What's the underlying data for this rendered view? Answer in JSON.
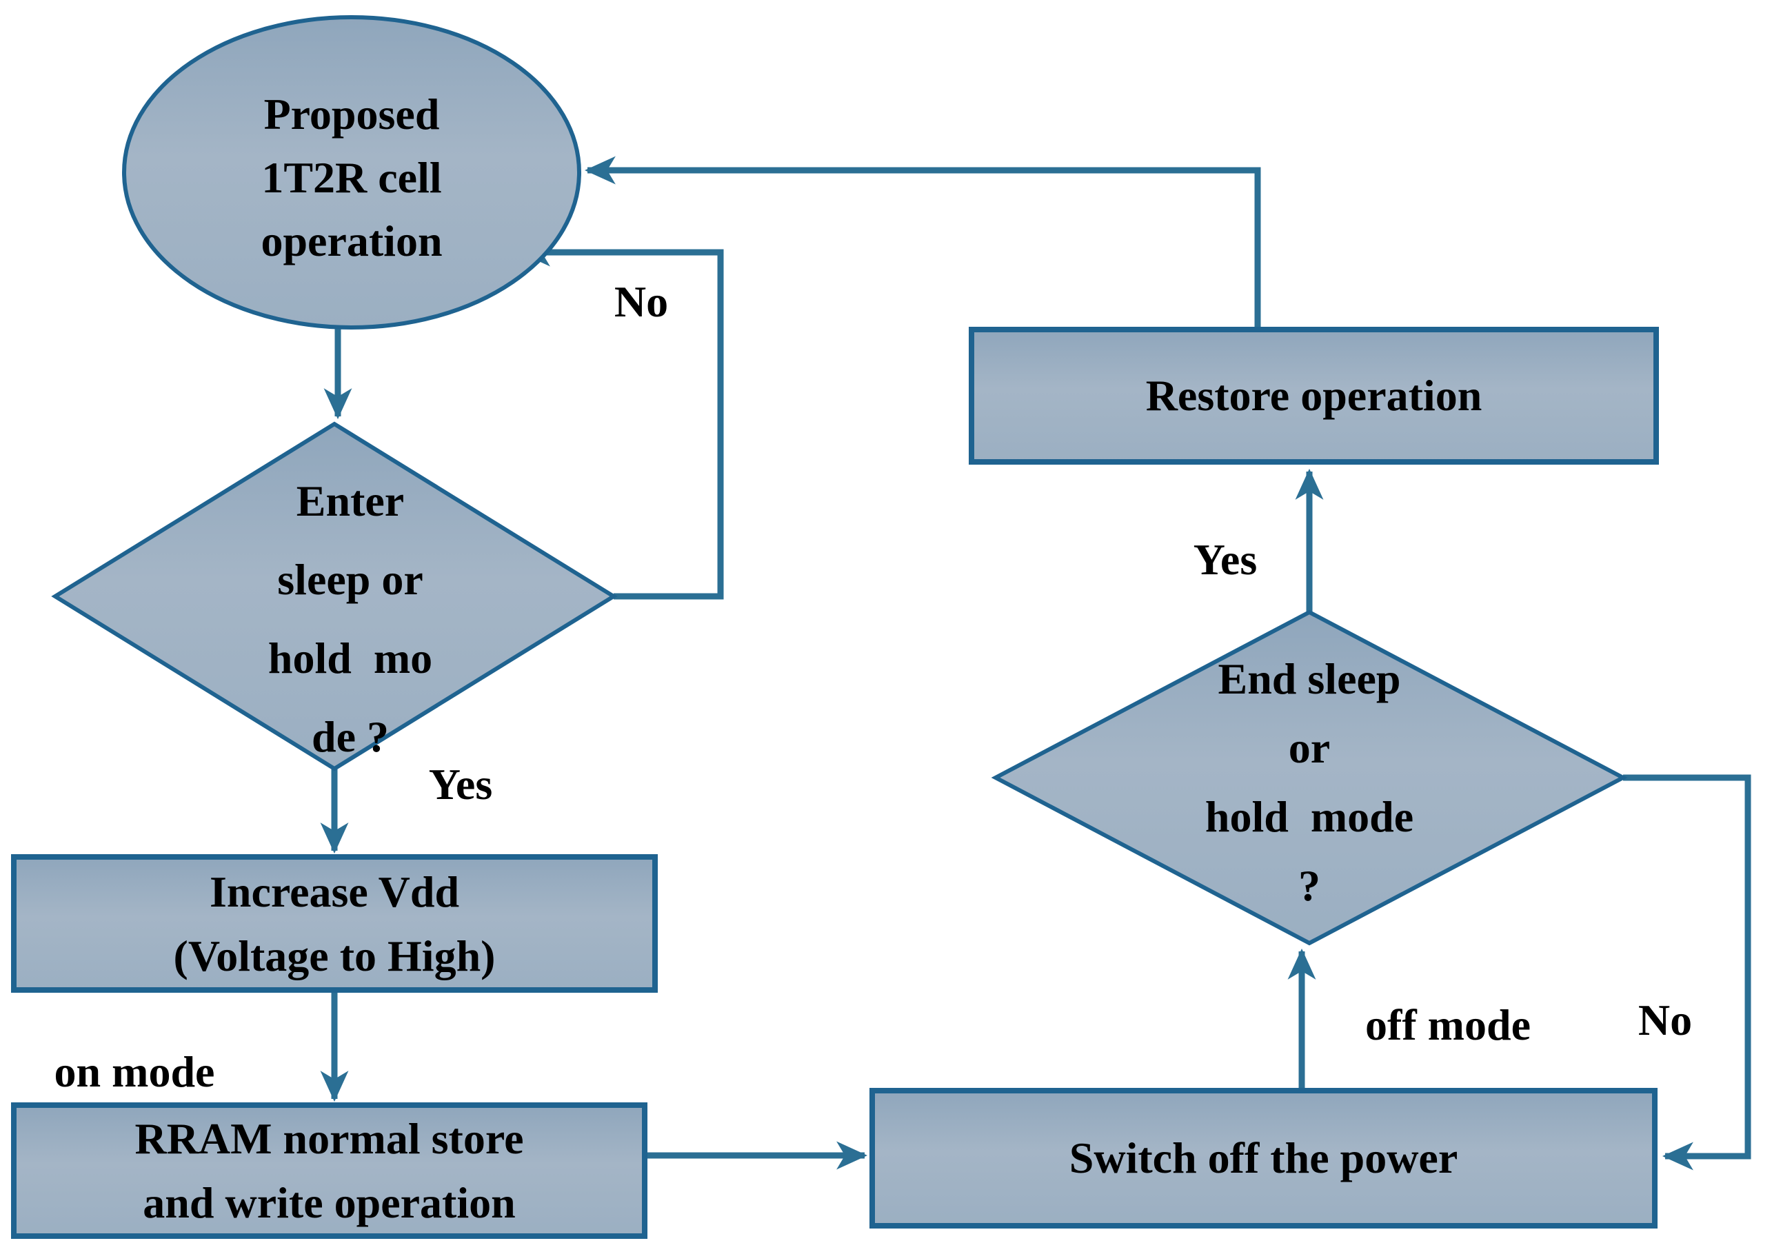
{
  "diagram": {
    "title": "Proposed 1T2R cell operation flowchart",
    "nodes": {
      "start_ellipse": {
        "type": "ellipse",
        "lines": [
          "Proposed",
          "1T2R cell",
          "operation"
        ]
      },
      "enter_sleep_decision": {
        "type": "diamond",
        "lines": [
          "Enter",
          "sleep or",
          "hold  mo",
          "de ?"
        ]
      },
      "increase_vdd": {
        "type": "process",
        "lines": [
          "Increase Vdd",
          "(Voltage to High)"
        ]
      },
      "rram_operation": {
        "type": "process",
        "lines": [
          "RRAM normal store",
          "and write operation"
        ]
      },
      "switch_off": {
        "type": "process",
        "label": "Switch off the power"
      },
      "end_sleep_decision": {
        "type": "diamond",
        "lines": [
          "End sleep",
          "or",
          "hold  mode",
          "?"
        ]
      },
      "restore": {
        "type": "process",
        "label": "Restore operation"
      }
    },
    "edge_labels": {
      "no_top": "No",
      "yes_left": "Yes",
      "on_mode": "on mode",
      "yes_right": "Yes",
      "off_mode": "off mode",
      "no_right": "No"
    },
    "colors": {
      "shape_fill_top": "#8fa6bc",
      "shape_fill_mid": "#a4b5c6",
      "shape_fill_bottom": "#9bafc2",
      "shape_border": "#1f6390",
      "arrow": "#2b6f94",
      "text": "#000000",
      "background": "#ffffff"
    }
  }
}
